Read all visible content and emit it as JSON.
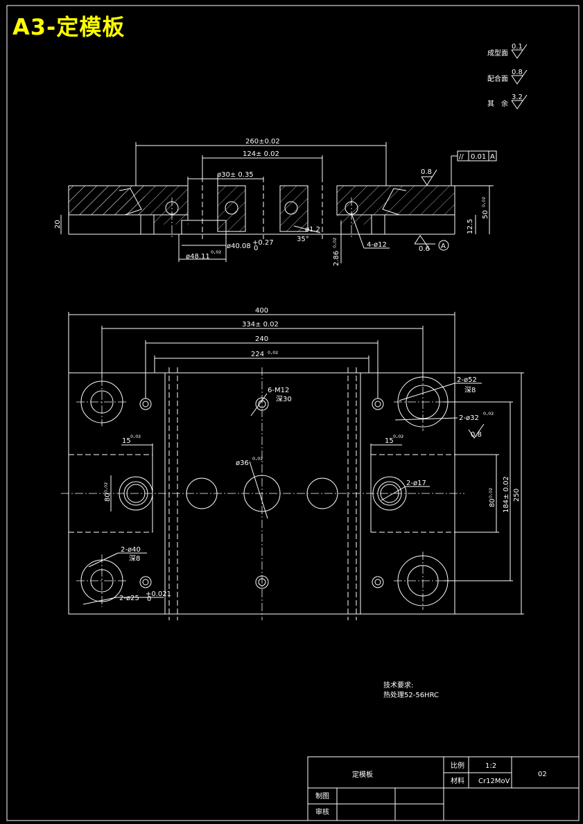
{
  "title": "A3-定模板",
  "surface_finish": [
    {
      "label": "成型面",
      "value": "0.1"
    },
    {
      "label": "配合面",
      "value": "0.8"
    },
    {
      "label": "其　余",
      "value": "3.2"
    }
  ],
  "section_view": {
    "dims": {
      "d260": "260±0.02",
      "d124": "124± 0.02",
      "d30": "ø30± 0.35",
      "d40": "ø40.08",
      "d40_tol_up": "+0.27",
      "d40_tol_lo": "0",
      "d48": "ø48.11",
      "d48_sup": "⁰·⁰²",
      "d20": "20",
      "d12_5": "12.5",
      "d50": "50",
      "d50_sup": "⁰·⁰²",
      "d1_2": "ø1.2",
      "d35": "35°",
      "d2_86": "2.86",
      "d2_86_sup": "⁰·⁰²",
      "d4_12": "4-ø12",
      "finish_08": "0.8",
      "finish_06": "0.6",
      "datum": "A",
      "tol_symbol": "//",
      "tol_value": "0.01",
      "tol_datum": "A"
    }
  },
  "plan_view": {
    "dims": {
      "d400": "400",
      "d334": "334± 0.02",
      "d240": "240",
      "d224": "224",
      "d224_sup": "⁰·⁰²",
      "d6m12": "6-M12",
      "d6m12_depth": "深30",
      "d2_52": "2-ø52",
      "d2_52_depth": "深8",
      "d2_32": "2-ø32",
      "d2_32_sup": "⁰·⁰²",
      "d2_32_finish": "0.8",
      "d15_left": "15",
      "d15_right": "15",
      "d15_sup": "⁰·⁰²",
      "d36": "ø36",
      "d36_sup": "⁰·⁰²",
      "d2_17": "2-ø17",
      "d80_left": "80",
      "d80_right": "80",
      "d80_sup": "⁰·⁰²",
      "d184": "184± 0.02",
      "d250": "250",
      "d2_40": "2-ø40",
      "d2_40_depth": "深8",
      "d2_25": "2-ø25",
      "d2_25_tol": "+0.021",
      "d2_25_tol_lo": "0"
    }
  },
  "tech_req": {
    "heading": "技术要求:",
    "line1": "热处理52-56HRC"
  },
  "title_block": {
    "part_name": "定模板",
    "scale_label": "比例",
    "scale_value": "1:2",
    "material_label": "材料",
    "material_value": "Cr12MoV",
    "drawing_no": "02",
    "drawn_label": "制图",
    "checked_label": "审核"
  }
}
